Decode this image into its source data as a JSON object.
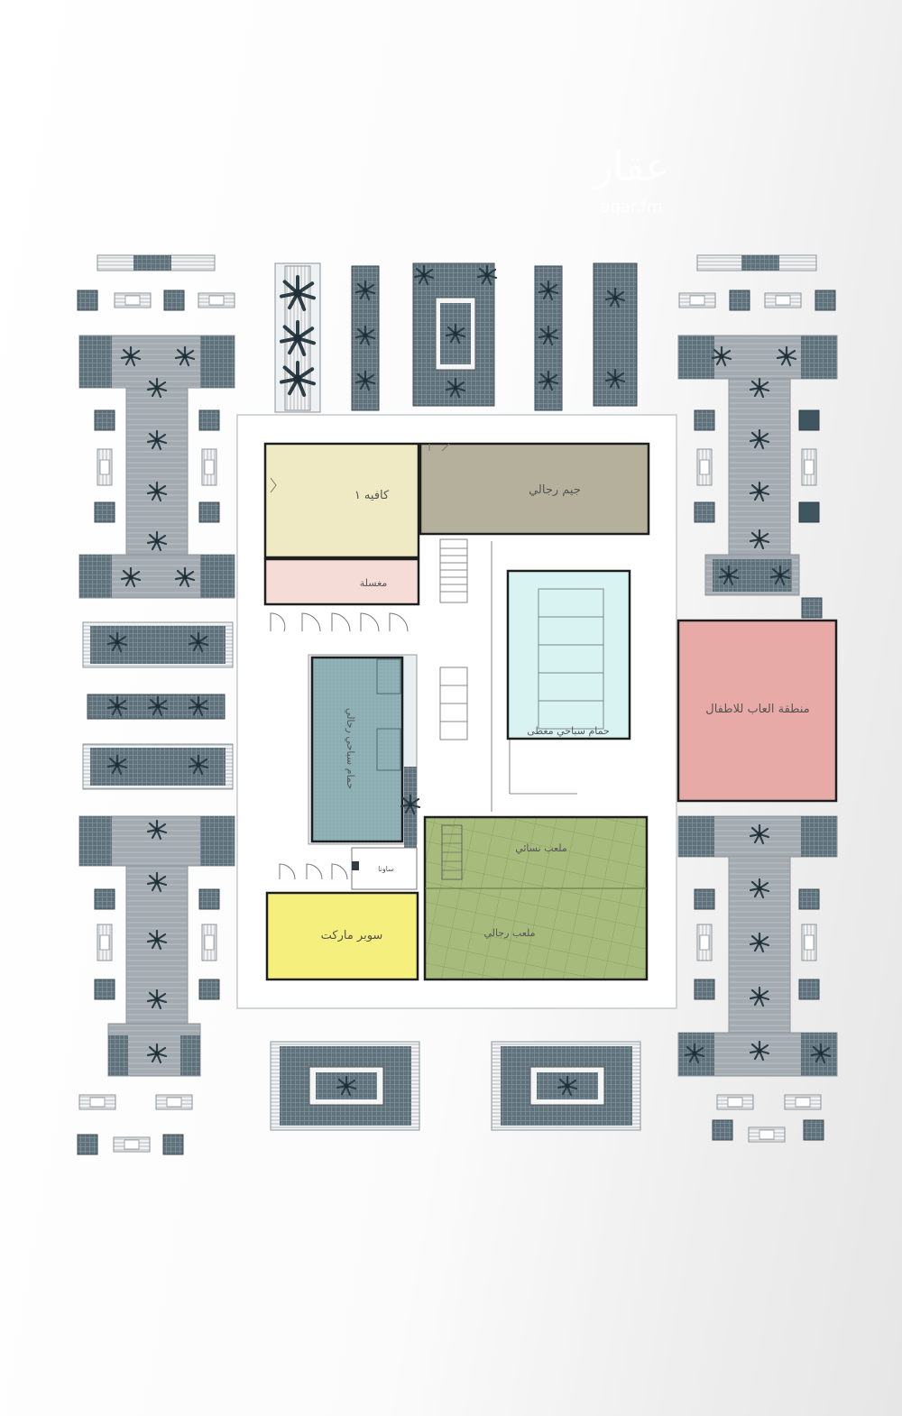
{
  "watermark": {
    "text": "عقار",
    "subtext": "aqar.fm"
  },
  "rooms": {
    "cafe": "كافيه ١",
    "gym": "جيم رجالي",
    "laundry": "مغسلة",
    "indoor_pool": "حمام سباحي مغطى",
    "kids_area": "منطقة العاب للاطفال",
    "mens_pool": "حمام سباحي رجالي",
    "sauna": "ساونا",
    "supermarket": "سوبر ماركت",
    "womens_court": "ملعب نسائي",
    "mens_court": "ملعب رجالي"
  },
  "colors": {
    "cafe": "#efeac4",
    "gym": "#b4b09c",
    "laundry": "#f5dcd6",
    "indoor_pool": "#d9f2f2",
    "kids_area": "#e8aaa6",
    "mens_pool": "#8fb3b8",
    "supermarket": "#f5ef7d",
    "courts": "#a4b87a",
    "planter": "#5c6e78",
    "paving": "#a9b0b5"
  }
}
